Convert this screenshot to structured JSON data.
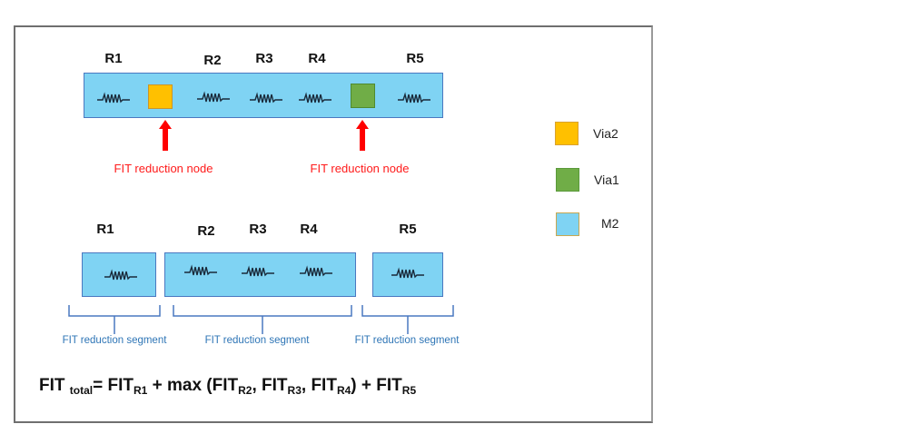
{
  "top_diagram": {
    "resistor_labels": [
      "R1",
      "R2",
      "R3",
      "R4",
      "R5"
    ],
    "node_labels": [
      "FIT reduction node",
      "FIT reduction node"
    ]
  },
  "bottom_diagram": {
    "resistor_labels": [
      "R1",
      "R2",
      "R3",
      "R4",
      "R5"
    ],
    "segment_labels": [
      "FIT reduction segment",
      "FIT reduction segment",
      "FIT reduction segment"
    ]
  },
  "legend": {
    "items": [
      {
        "label": "Via2",
        "color": "#ffc000"
      },
      {
        "label": "Via1",
        "color": "#70ad47"
      },
      {
        "label": "M2",
        "color": "#7fd3f3"
      }
    ]
  },
  "formula": {
    "lhs": "FIT",
    "lhs_sub": "total",
    "eq": "= ",
    "t1": "FIT",
    "t1_sub": "R1",
    "plus1": " + max (",
    "t2": "FIT",
    "t2_sub": "R2",
    "comma1": ", ",
    "t3": "FIT",
    "t3_sub": "R3",
    "comma2": ", ",
    "t4": "FIT",
    "t4_sub": "R4",
    "close": ") + ",
    "t5": "FIT",
    "t5_sub": "R5"
  },
  "colors": {
    "metal": "#7fd3f3",
    "via2": "#ffc000",
    "via1": "#70ad47",
    "arrow": "#ff0000",
    "node_text": "#ff1a1a",
    "segment_text": "#2e75b6"
  }
}
